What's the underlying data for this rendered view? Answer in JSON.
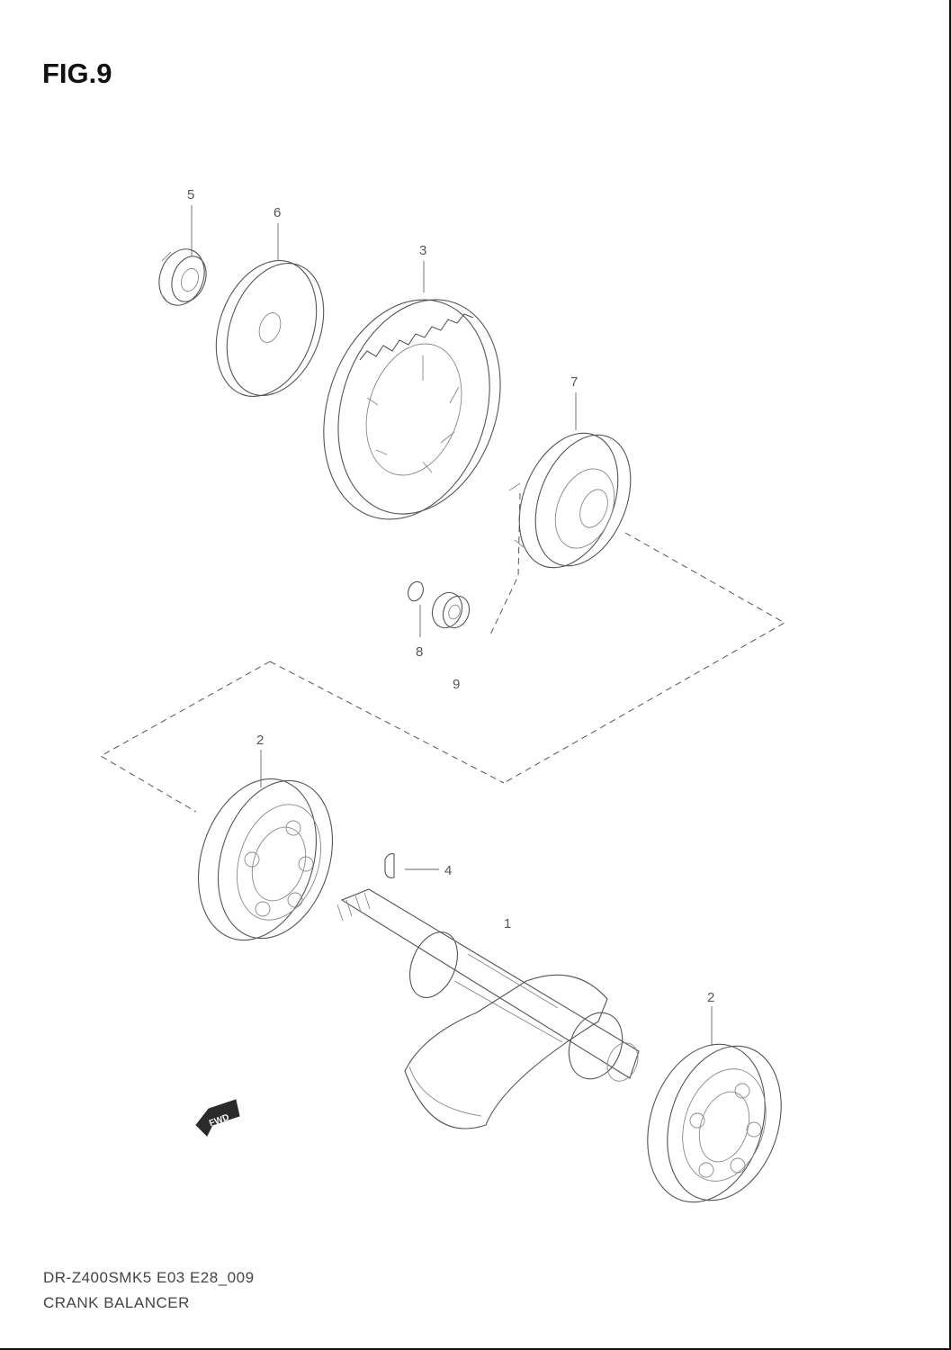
{
  "figure": {
    "title": "FIG.9"
  },
  "footer": {
    "code": "DR-Z400SMK5 E03 E28_009",
    "name": "CRANK BALANCER"
  },
  "fwd_label": "FWD",
  "callouts": [
    "5",
    "6",
    "3",
    "7",
    "8",
    "9",
    "2",
    "4",
    "1",
    "2"
  ]
}
